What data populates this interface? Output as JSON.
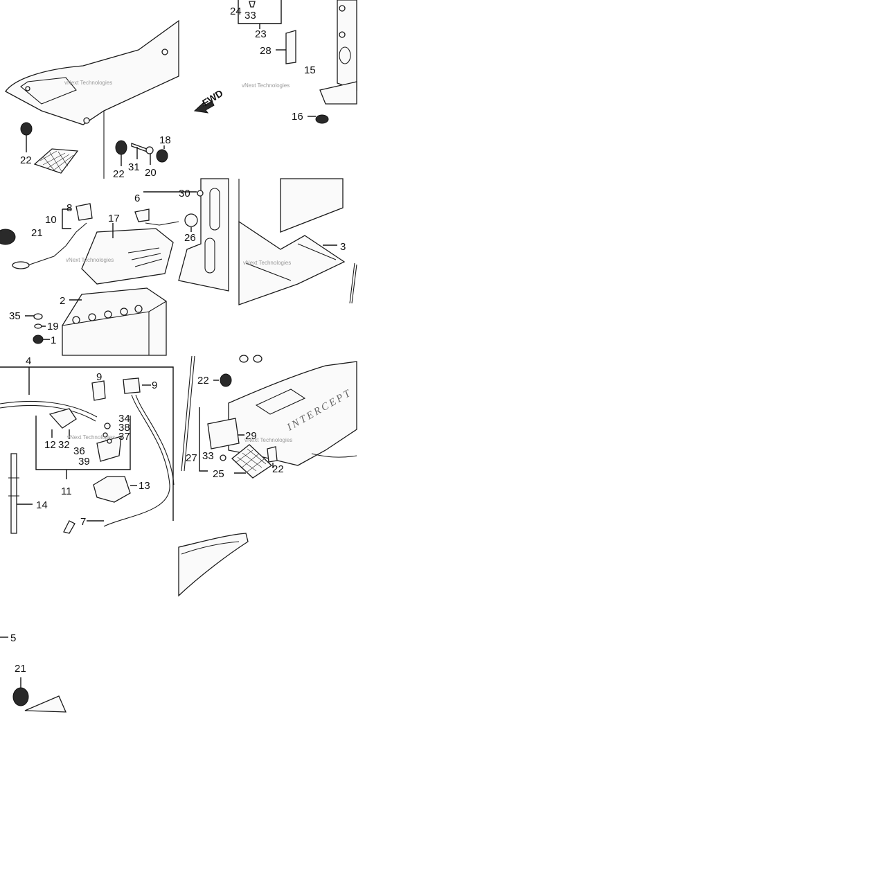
{
  "watermark": "vNext Technologies",
  "direction_label": "FWD",
  "decal_text": "INTERCEPT",
  "callouts": [
    "1",
    "2",
    "3",
    "4",
    "5",
    "6",
    "7",
    "8",
    "9",
    "10",
    "11",
    "12",
    "13",
    "14",
    "15",
    "16",
    "17",
    "18",
    "19",
    "20",
    "21",
    "22",
    "23",
    "24",
    "25",
    "26",
    "27",
    "28",
    "29",
    "30",
    "31",
    "32",
    "33",
    "34",
    "35",
    "36",
    "37",
    "38",
    "39"
  ]
}
